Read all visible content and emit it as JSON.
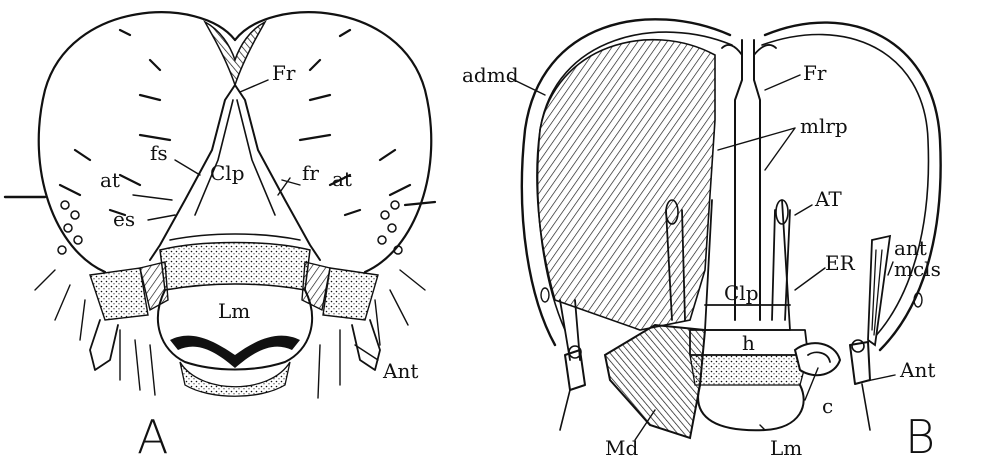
{
  "panels": {
    "A": {
      "letter": "A",
      "labels": {
        "fr_upper": "Fr",
        "fs": "fs",
        "at_left": "at",
        "clp": "Clp",
        "fr_lower": "fr",
        "at_right": "at",
        "es": "es",
        "lm": "Lm",
        "ant": "Ant"
      }
    },
    "B": {
      "letter": "B",
      "labels": {
        "admd": "admd",
        "fr": "Fr",
        "mlrp": "mlrp",
        "at": "AT",
        "ant_mcls_1": "ant",
        "ant_mcls_2": "mcls",
        "er": "ER",
        "clp": "Clp",
        "h": "h",
        "ant": "Ant",
        "c": "c",
        "md": "Md",
        "lm": "Lm"
      }
    }
  }
}
